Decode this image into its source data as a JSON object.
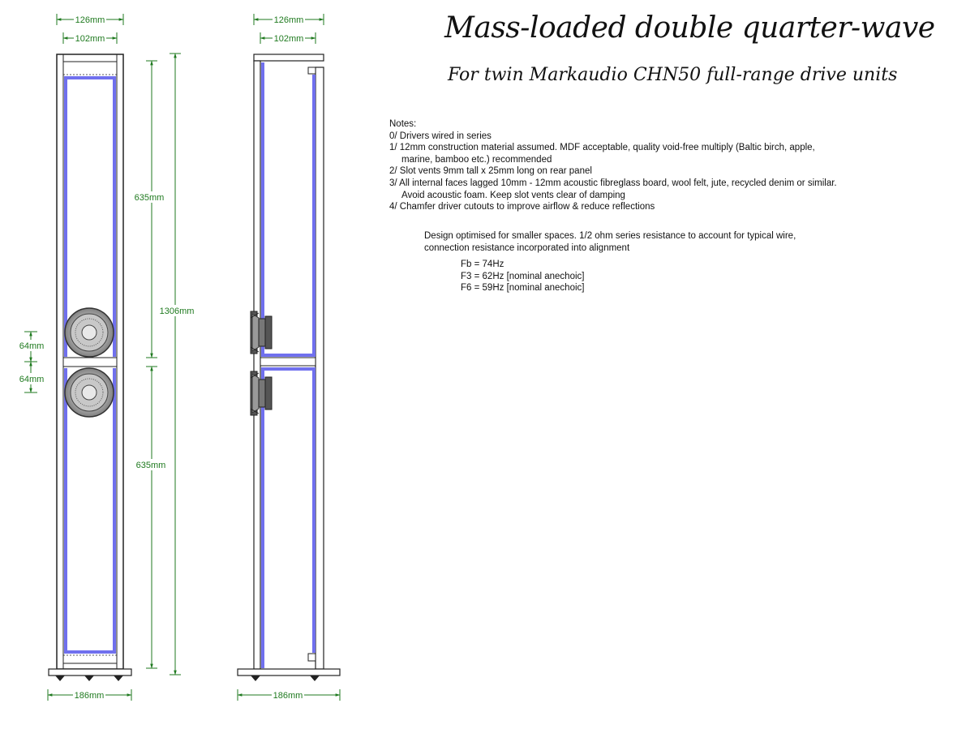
{
  "title": "Mass-loaded double quarter-wave",
  "subtitle": "For twin Markaudio CHN50 full-range drive units",
  "notes": {
    "heading": "Notes:",
    "items": [
      "0/ Drivers wired in series",
      "1/ 12mm construction material assumed. MDF acceptable, quality void-free multiply (Baltic birch, apple,",
      "marine, bamboo etc.) recommended",
      "2/ Slot vents 9mm tall x 25mm long on rear panel",
      "3/ All internal faces lagged 10mm - 12mm acoustic fibreglass board, wool felt, jute, recycled denim or similar.",
      "Avoid acoustic foam. Keep slot vents clear of damping",
      "4/ Chamfer driver cutouts to improve airflow & reduce reflections"
    ]
  },
  "design": {
    "line1": "Design optimised for smaller spaces. 1/2 ohm series resistance to account for typical wire,",
    "line2": "connection resistance incorporated into alignment"
  },
  "params": {
    "fb": "Fb = 74Hz",
    "f3": "F3 = 62Hz [nominal anechoic]",
    "f6": "F6 = 59Hz [nominal anechoic]"
  },
  "dims": {
    "front_outer_width": "126mm",
    "front_inner_width": "102mm",
    "upper_chamber": "635mm",
    "total_height": "1306mm",
    "lower_chamber": "635mm",
    "driver_upper": "64mm",
    "driver_lower": "64mm",
    "front_base_width": "186mm",
    "side_outer_width": "126mm",
    "side_inner_width": "102mm",
    "side_base_width": "186mm"
  },
  "colors": {
    "damping": "#7070ee",
    "dimension": "#1f7a1f",
    "outline": "#222222"
  }
}
